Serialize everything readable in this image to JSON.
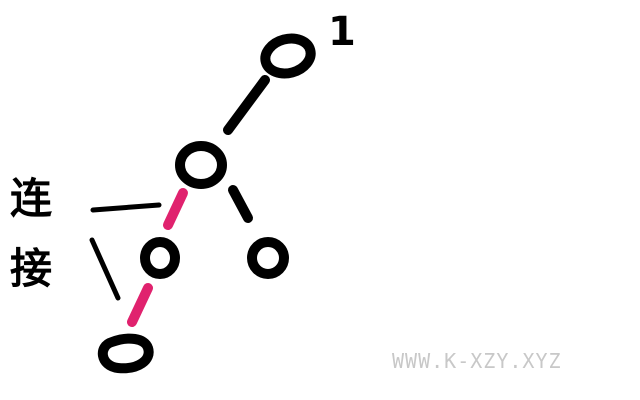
{
  "diagram": {
    "root_label": "1",
    "annotation_chars": [
      "连",
      "接"
    ],
    "highlight_color": "#e0226e",
    "stroke_color": "#000000"
  },
  "watermark": {
    "text": "WWW.K-XZY.XYZ",
    "color": "#c8c8c8"
  }
}
